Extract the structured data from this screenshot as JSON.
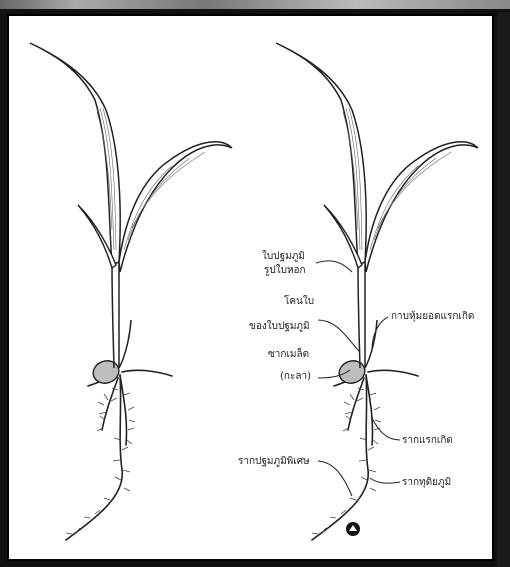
{
  "labels": {
    "primary_leaf_1": "ใบปฐมภูมิ",
    "primary_leaf_2": "รูปใบหอก",
    "leaf_base_1": "โคนใบ",
    "leaf_base_2": "ของใบปฐมภูมิ",
    "seed_1": "ซากเมล็ด",
    "seed_2": "(กะลา)",
    "coleoptile": "กาบหุ้มยอดแรกเกิด",
    "radicle": "รากแรกเกิด",
    "special_primary_root": "รากปฐมภูมิพิเศษ",
    "secondary_root": "รากทุติยภูมิ"
  },
  "colors": {
    "line": "#222222",
    "seed": "#bdbdbd",
    "background": "#ffffff",
    "frame": "#111111"
  },
  "icons": [
    "logo-badge-icon"
  ]
}
